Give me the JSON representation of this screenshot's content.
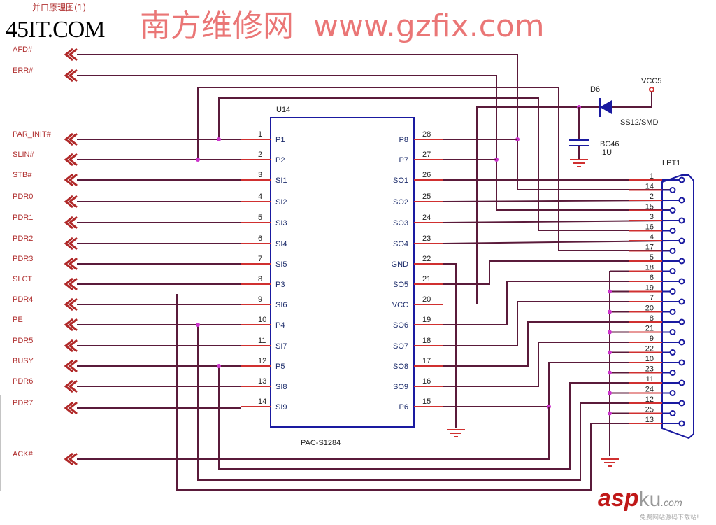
{
  "title": "并口原理图(1)",
  "watermarks": {
    "site1": "45IT.COM",
    "site2": "南方维修网  www.gzfix.com",
    "logo_main": "asp",
    "logo_ku": "ku",
    "logo_com": ".com",
    "logo_tagline": "免费网站源码下载站!"
  },
  "signals": [
    "AFD#",
    "ERR#",
    "PAR_INIT#",
    "SLIN#",
    "STB#",
    "PDR0",
    "PDR1",
    "PDR2",
    "PDR3",
    "SLCT",
    "PDR4",
    "PE",
    "PDR5",
    "BUSY",
    "PDR6",
    "PDR7",
    "ACK#"
  ],
  "chip": {
    "ref": "U14",
    "part": "PAC-S1284",
    "left_pins": [
      {
        "num": "1",
        "name": "P1"
      },
      {
        "num": "2",
        "name": "P2"
      },
      {
        "num": "3",
        "name": "SI1"
      },
      {
        "num": "4",
        "name": "SI2"
      },
      {
        "num": "5",
        "name": "SI3"
      },
      {
        "num": "6",
        "name": "SI4"
      },
      {
        "num": "7",
        "name": "SI5"
      },
      {
        "num": "8",
        "name": "P3"
      },
      {
        "num": "9",
        "name": "SI6"
      },
      {
        "num": "10",
        "name": "P4"
      },
      {
        "num": "11",
        "name": "SI7"
      },
      {
        "num": "12",
        "name": "P5"
      },
      {
        "num": "13",
        "name": "SI8"
      },
      {
        "num": "14",
        "name": "SI9"
      }
    ],
    "right_pins": [
      {
        "num": "28",
        "name": "P8"
      },
      {
        "num": "27",
        "name": "P7"
      },
      {
        "num": "26",
        "name": "SO1"
      },
      {
        "num": "25",
        "name": "SO2"
      },
      {
        "num": "24",
        "name": "SO3"
      },
      {
        "num": "23",
        "name": "SO4"
      },
      {
        "num": "22",
        "name": "GND"
      },
      {
        "num": "21",
        "name": "SO5"
      },
      {
        "num": "20",
        "name": "VCC"
      },
      {
        "num": "19",
        "name": "SO6"
      },
      {
        "num": "18",
        "name": "SO7"
      },
      {
        "num": "17",
        "name": "SO8"
      },
      {
        "num": "16",
        "name": "SO9"
      },
      {
        "num": "15",
        "name": "P6"
      }
    ]
  },
  "diode": {
    "ref": "D6",
    "part": "SS12/SMD"
  },
  "power": {
    "net": "VCC5"
  },
  "capacitor": {
    "ref": "BC46",
    "value": ".1U"
  },
  "connector": {
    "ref": "LPT1",
    "pins": [
      "1",
      "14",
      "2",
      "15",
      "3",
      "16",
      "4",
      "17",
      "5",
      "18",
      "6",
      "19",
      "7",
      "20",
      "8",
      "21",
      "9",
      "22",
      "10",
      "23",
      "11",
      "24",
      "12",
      "25",
      "13"
    ]
  },
  "colors": {
    "wire": "#5a1a3a",
    "stub": "#d03030",
    "part": "#1a1aa0",
    "junction": "#cc33cc",
    "label": "#b03030"
  }
}
